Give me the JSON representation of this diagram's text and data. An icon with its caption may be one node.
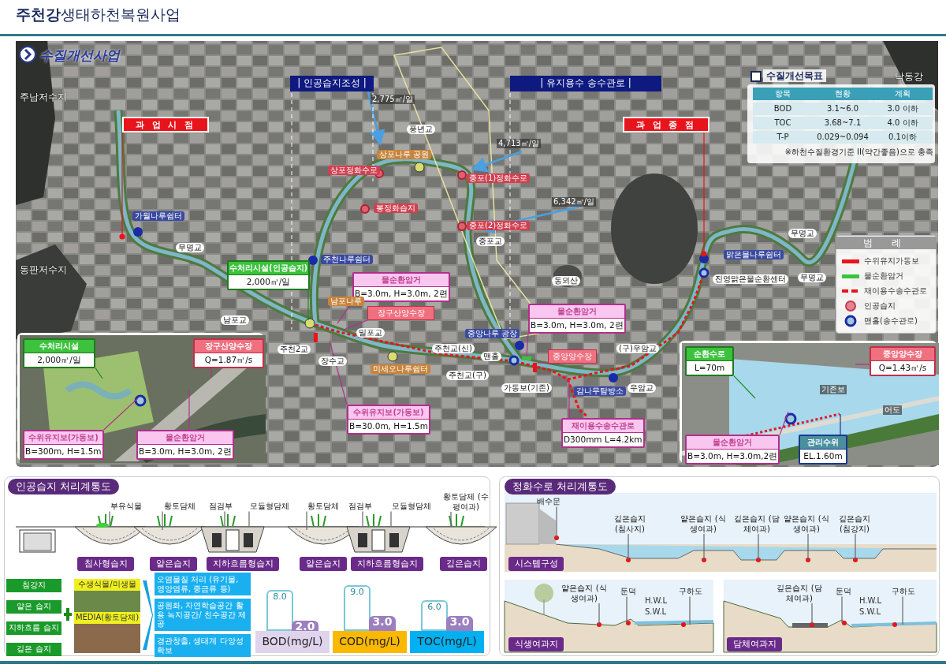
{
  "diagram": {
    "title": "**주천강**생태하천복원사업",
    "nodes": [
      {
        "text": [
          "| 인공습지조성 |"
        ]
      },
      {
        "text": [
          "| 유지용수 송수관로 |"
        ]
      },
      {
        "text": [
          "과 업 시 점"
        ]
      },
      {
        "text": [
          "과 업 종 점"
        ]
      },
      {
        "text": [
          "수처리시설(인공습지)",
          "2,000㎥/일"
        ]
      },
      {
        "text": [
          "물순환암거",
          "B=3.0m, H=3.0m, 2련"
        ]
      },
      {
        "text": [
          "장구산양수장"
        ]
      },
      {
        "text": [
          "수위유지보(가동보)",
          "B=30.0m, H=1.5m"
        ]
      },
      {
        "text": [
          "물순환암거",
          "B=3.0m, H=3.0m, 2련"
        ]
      },
      {
        "text": [
          "중앙양수장"
        ]
      },
      {
        "text": [
          "재이용수송수관로",
          "D300mm L=4.2km"
        ]
      },
      {
        "text": [],
        "shape": "picture"
      },
      {
        "text": [
          "수처리시설",
          "2,000㎥/일"
        ],
        "in": 11
      },
      {
        "text": [
          "장구산양수장",
          "Q=1.87㎥/s"
        ],
        "in": 11
      },
      {
        "text": [
          "수위유지보(가동보)",
          "B=300m, H=1.5m"
        ],
        "in": 11
      },
      {
        "text": [
          "물순환암거",
          "B=3.0m, H=3.0m, 2련"
        ],
        "in": 11
      },
      {
        "text": [],
        "shape": "picture"
      },
      {
        "text": [
          "순환수로",
          "L=70m"
        ],
        "in": 16
      },
      {
        "text": [
          "중앙양수장",
          "Q=1.43㎥/s"
        ],
        "in": 16
      },
      {
        "text": [
          "물순환암거",
          "B=3.0m, H=3.0m,2련"
        ],
        "in": 16
      },
      {
        "text": [
          "관리수위",
          "EL.1.60m"
        ],
        "in": 16
      },
      {
        "text": [
          "침사형습지"
        ]
      },
      {
        "text": [
          "얕은습지"
        ]
      },
      {
        "text": [
          "지하흐름형습지"
        ]
      },
      {
        "text": [
          "얕은습지"
        ]
      },
      {
        "text": [
          "지하흐름형습지"
        ]
      },
      {
        "text": [
          "깊은습지"
        ]
      },
      {
        "text": [
          "침강지"
        ]
      },
      {
        "text": [
          "얕은 습지"
        ]
      },
      {
        "text": [
          "지하흐름 습지"
        ]
      },
      {
        "text": [
          "깊은 습지"
        ]
      },
      {
        "text": [
          "수생식물/미생물"
        ]
      },
      {
        "text": [
          "MEDIA(황토담체)"
        ]
      },
      {
        "text": [
          "오염물질 처리 (유기물, 영양염류, 중금류 등)"
        ]
      },
      {
        "text": [
          "공원화, 자연학습공간 활용 녹지공간/ 친수공간 제공"
        ]
      },
      {
        "text": [
          "경관창출, 생태계 다양성 확보"
        ]
      },
      {
        "text": [
          "부유식물"
        ]
      },
      {
        "text": [
          "황토담체"
        ]
      },
      {
        "text": [
          "점검부"
        ]
      },
      {
        "text": [
          "모듈형담체"
        ]
      },
      {
        "text": [
          "황토담체"
        ]
      },
      {
        "text": [
          "점검부"
        ]
      },
      {
        "text": [
          "모듈형담체"
        ]
      },
      {
        "text": [
          "황토담체 (수평여과)"
        ]
      },
      {
        "text": [
          "시스템구성"
        ]
      },
      {
        "text": [
          "식생여과지"
        ]
      },
      {
        "text": [
          "담체여과지"
        ]
      },
      {
        "text": [
          "배수문"
        ]
      },
      {
        "text": [
          "깊은습지 (침사지)"
        ]
      },
      {
        "text": [
          "얕은습지 (식생여과)"
        ]
      },
      {
        "text": [
          "깊은습지 (담체여과)"
        ]
      },
      {
        "text": [
          "얕은습지 (식생여과)"
        ]
      },
      {
        "text": [
          "깊은습지 (침강지)"
        ]
      },
      {
        "text": [
          "얕은습지 (식생여과)"
        ]
      },
      {
        "text": [
          "둔덕"
        ]
      },
      {
        "text": [
          "구하도"
        ]
      },
      {
        "text": [
          "깊은습지 (담체여과)"
        ]
      },
      {
        "text": [
          "둔덕"
        ]
      },
      {
        "text": [
          "구하도"
        ]
      }
    ],
    "edges": [
      {
        "from": 2,
        "to": null,
        "arrow": "other",
        "color": "#e8141b"
      },
      {
        "from": 3,
        "to": null,
        "arrow": "other",
        "color": "#e8141b"
      },
      {
        "from": 4,
        "to": null,
        "arrow": "none",
        "color": "#1f8a1f"
      },
      {
        "from": 5,
        "to": null,
        "arrow": "none",
        "color": "#b0308a"
      },
      {
        "from": 6,
        "to": null,
        "arrow": "none",
        "color": "#b0308a"
      },
      {
        "from": 7,
        "to": null,
        "arrow": "none",
        "color": "#b0308a"
      },
      {
        "from": 8,
        "to": null,
        "arrow": "none",
        "color": "#b0308a"
      },
      {
        "from": 9,
        "to": null,
        "arrow": "none",
        "color": "#b0308a"
      },
      {
        "from": 10,
        "to": null,
        "arrow": "none",
        "color": "#b0308a"
      },
      {
        "from": 12,
        "to": null,
        "arrow": "none",
        "color": "#1f8a1f"
      },
      {
        "from": 13,
        "to": null,
        "arrow": "none",
        "color": "#b0308a"
      },
      {
        "from": 14,
        "to": null,
        "arrow": "none",
        "color": "#b0308a"
      },
      {
        "from": 15,
        "to": null,
        "arrow": "none",
        "color": "#b0308a"
      },
      {
        "from": 17,
        "to": null,
        "arrow": "none",
        "color": "#1f8a1f"
      },
      {
        "from": 18,
        "to": null,
        "arrow": "none",
        "color": "#b0308a"
      },
      {
        "from": 19,
        "to": null,
        "arrow": "none",
        "color": "#b0308a"
      },
      {
        "from": 20,
        "to": null,
        "arrow": "none",
        "color": "#1a3a8a"
      },
      {
        "from": 36,
        "to": null,
        "arrow": "none"
      },
      {
        "from": 37,
        "to": null,
        "arrow": "none"
      },
      {
        "from": 38,
        "to": null,
        "arrow": "none"
      },
      {
        "from": 39,
        "to": null,
        "arrow": "none"
      },
      {
        "from": 40,
        "to": null,
        "arrow": "none"
      },
      {
        "from": 41,
        "to": null,
        "arrow": "none"
      },
      {
        "from": 42,
        "to": null,
        "arrow": "none"
      },
      {
        "from": 43,
        "to": null,
        "arrow": "none"
      },
      {
        "from": 47,
        "to": null,
        "arrow": "none"
      },
      {
        "from": 48,
        "to": null,
        "arrow": "none"
      },
      {
        "from": 49,
        "to": null,
        "arrow": "none"
      },
      {
        "from": 50,
        "to": null,
        "arrow": "none"
      },
      {
        "from": 51,
        "to": null,
        "arrow": "none"
      },
      {
        "from": 52,
        "to": null,
        "arrow": "none"
      },
      {
        "from": 53,
        "to": null,
        "arrow": "none"
      },
      {
        "from": 54,
        "to": null,
        "arrow": "none"
      },
      {
        "from": 55,
        "to": null,
        "arrow": "none"
      },
      {
        "from": 56,
        "to": null,
        "arrow": "none"
      },
      {
        "from": 57,
        "to": null,
        "arrow": "none"
      },
      {
        "from": 58,
        "to": null,
        "arrow": "none"
      }
    ],
    "labels": [
      "수질개선사업",
      "주남저수지",
      "2,775㎥/일",
      "수질개선목표",
      "낙동강",
      "항목",
      "현황",
      "계획",
      "BOD",
      "3.1~6.0",
      "3.0 이하",
      "TOC",
      "3.68~7.1",
      "4.0 이하",
      "T-P",
      "0.029~0.094",
      "0.1이하",
      "※하천수질환경기준 II(약간좋음)으로 충족",
      "풍년교",
      "상포나루 공원",
      "상포정화수로",
      "4,713㎥/일",
      "중포(1)정화수로",
      "봉정화습지",
      "6,342㎥/일",
      "중포(2)정화수로",
      "가월나루쉼터",
      "중포교",
      "무명교",
      "무명교",
      "무명교",
      "맑은물나루쉼터",
      "동판저수지",
      "주천나루쉼터",
      "동뫼산",
      "진영맑은물순환센터",
      "범 례",
      "남포나루",
      "남포교",
      "밀포교",
      "주천2교",
      "중앙나루 광장",
      "주천교(신)",
      "맨홀",
      "(구)우암교",
      "장수교",
      "미세오나루쉼터",
      "주천교(구)",
      "가동보(기존)",
      "감나무탐방소",
      "우암교",
      "기존보",
      "어도",
      "인공습지 처리계통도",
      "정화수로 처리계통도",
      "H.W.L",
      "S.W.L",
      "H.W.L",
      "S.W.L"
    ],
    "legend": [
      {
        "text": "수위유지가동보",
        "color": "#e8141b"
      },
      {
        "text": "물순환암거",
        "color": "#3cc23c"
      },
      {
        "text": "재이용수송수관로"
      },
      {
        "text": "인공습지"
      },
      {
        "text": "맨홀(송수관로)"
      }
    ],
    "chart_data": {
      "type": "bar",
      "categories": [
        "BOD(mg/L)",
        "COD(mg/L)",
        "TOC(mg/L)"
      ],
      "series": [
        {
          "color": "#ffffff",
          "values": [
            8.0,
            9.0,
            6.0
          ],
          "value_labels": [
            "8.0",
            "9.0",
            "6.0"
          ]
        },
        {
          "color": "#9b7fbf",
          "values": [
            2.0,
            3.0,
            3.0
          ],
          "value_labels": [
            "2.0",
            "3.0",
            "3.0"
          ]
        }
      ],
      "data_labels": true
    }
  }
}
